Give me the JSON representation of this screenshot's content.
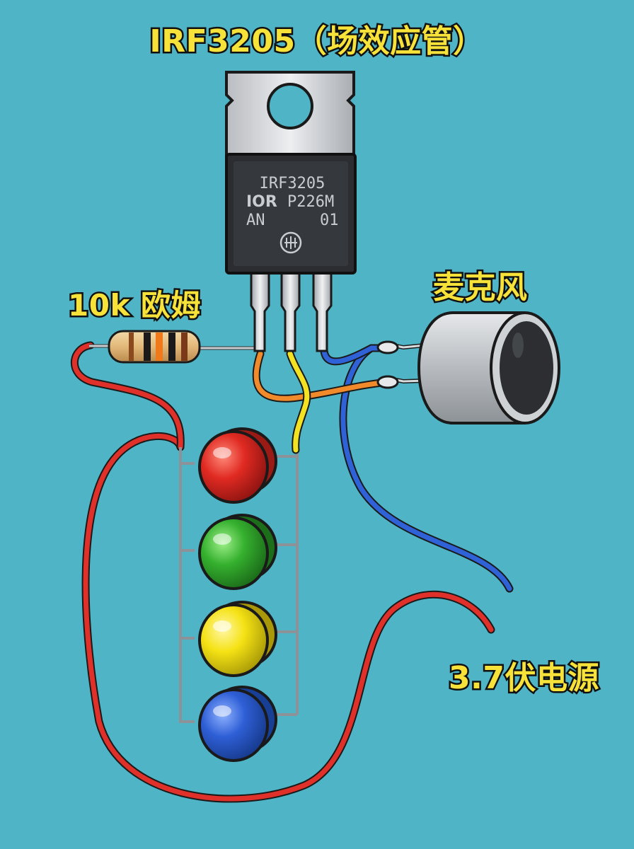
{
  "labels": {
    "title": "IRF3205（场效应管）",
    "resistor": "10k 欧姆",
    "microphone": "麦克风",
    "power": "3.7伏电源"
  },
  "chip_marking": {
    "line1": "IRF3205",
    "logo": "IOR",
    "code": "P226M",
    "line3_left": "AN",
    "line3_right": "01"
  },
  "colors": {
    "background": "#4fb4c6",
    "label_text": "#f7e23a",
    "wire_red": "#e0302a",
    "wire_blue": "#2f62d6",
    "wire_orange": "#f08a2a",
    "wire_yellow": "#f2e222",
    "led_red": "#e02a22",
    "led_green": "#35b02e",
    "led_yellow": "#f5e214",
    "led_blue": "#2f5fd6"
  }
}
